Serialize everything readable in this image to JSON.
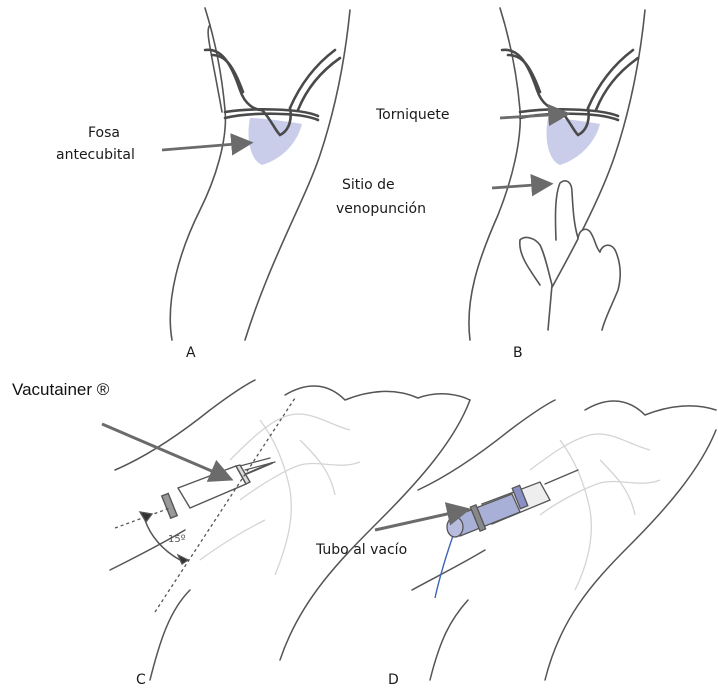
{
  "panels": {
    "a": {
      "letter": "A",
      "label_line1": "Fosa",
      "label_line2": "antecubital"
    },
    "b": {
      "letter": "B",
      "tourniquet_label": "Torniquete",
      "site_line1": "Sitio de",
      "site_line2": "venopunción"
    },
    "c": {
      "letter": "C",
      "device_label": "Vacutainer ®",
      "angle_label": "15º"
    },
    "d": {
      "letter": "D",
      "tube_label": "Tubo al vacío"
    }
  },
  "colors": {
    "line": "#4a4a4a",
    "arrow": "#6b6b6b",
    "fossa_fill": "#c9cdea",
    "tube_fill": "#a9b0d8",
    "vein_blue": "#3f64b8"
  }
}
